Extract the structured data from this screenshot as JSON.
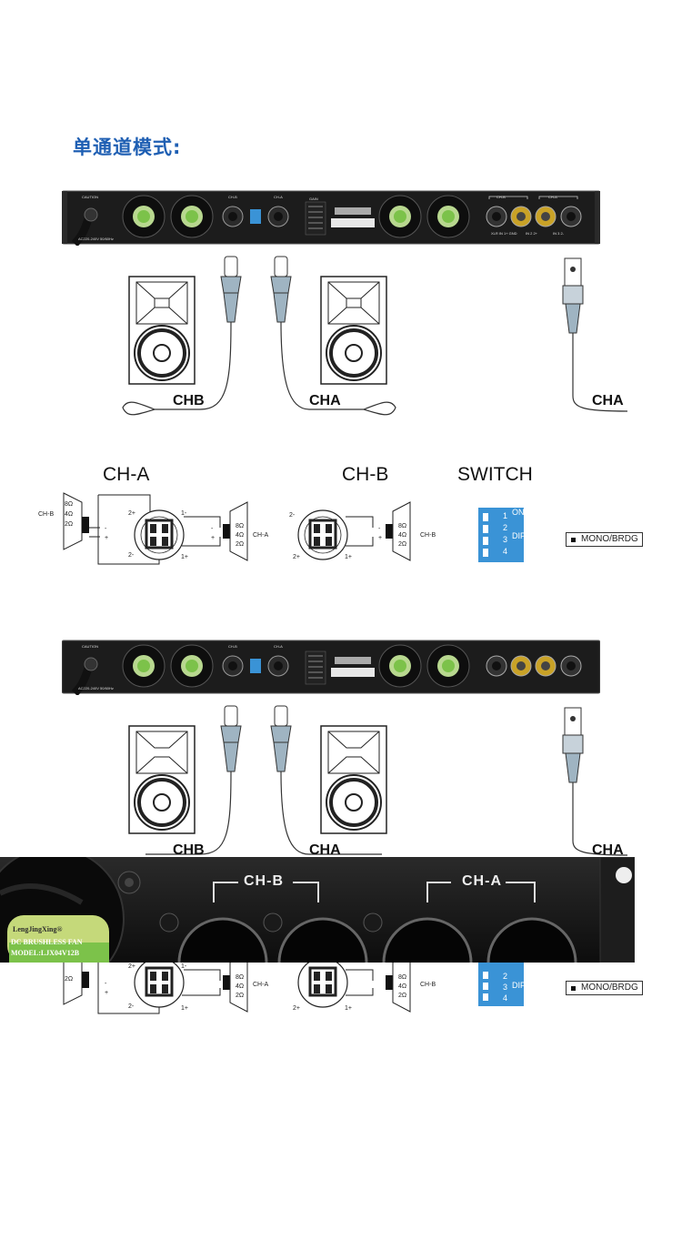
{
  "page": {
    "title": "单通道模式:"
  },
  "amplifier": {
    "caution": "CAUTION",
    "power_spec": "AC220-240V 50/60Hz",
    "ch_b": "CH-B",
    "ch_a": "CH-A",
    "gain": "GAIN",
    "output_port_labels": [
      "CH-B",
      "CH-A"
    ],
    "input_port_labels": [
      "XLR IN 1+ GND",
      "IN 2 2+",
      "IN 3 2-"
    ]
  },
  "wiring_diagram": {
    "labels": {
      "left_speaker_cable": "CHB",
      "middle_speaker_cable": "CHA",
      "input_cable": "CHA"
    }
  },
  "schematic": {
    "headers": {
      "ch_a": "CH-A",
      "ch_b": "CH-B",
      "switch": "SWITCH"
    },
    "left_speaker_tag": "CH-B",
    "right_speaker_tag_a": "CH-A",
    "right_speaker_tag_b": "CH-B",
    "impedances": [
      "8Ω",
      "4Ω",
      "2Ω"
    ],
    "pins": {
      "two_plus": "2+",
      "two_minus": "2-",
      "one_plus": "1+",
      "one_minus": "1-",
      "minus": "-",
      "plus": "+"
    },
    "dip": {
      "on_label": "ON",
      "dip_label": "DIP",
      "numbers": [
        "1",
        "2",
        "3",
        "4"
      ]
    },
    "mono_bridge_label": "MONO/BRDG"
  },
  "photo": {
    "channel_b": "CH-B",
    "channel_a": "CH-A",
    "fan_brand": "LengJingXing®",
    "fan_type": "DC BRUSHLESS FAN",
    "fan_model": "MODEL:LJX04V12B"
  },
  "colors": {
    "title_blue": "#1f5fb3",
    "panel_black": "#1a1a1a",
    "fan_green": "#7cc24a",
    "dip_blue": "#3a93d6"
  }
}
